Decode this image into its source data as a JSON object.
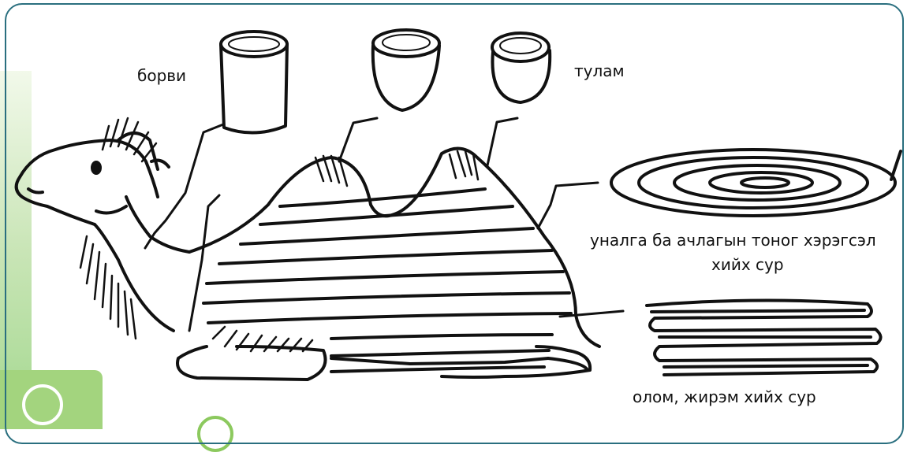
{
  "labels": {
    "borvi": "борви",
    "tulam": "тулам",
    "unalga_line1": "уналга ба ачлагын тоног хэрэгсэл",
    "unalga_line2": "хийх сур",
    "olom": "олом, жирэм хийх сур"
  },
  "colors": {
    "frame": "#2a6f7f",
    "accent_green": "#8cc95e",
    "ink": "#111111"
  }
}
